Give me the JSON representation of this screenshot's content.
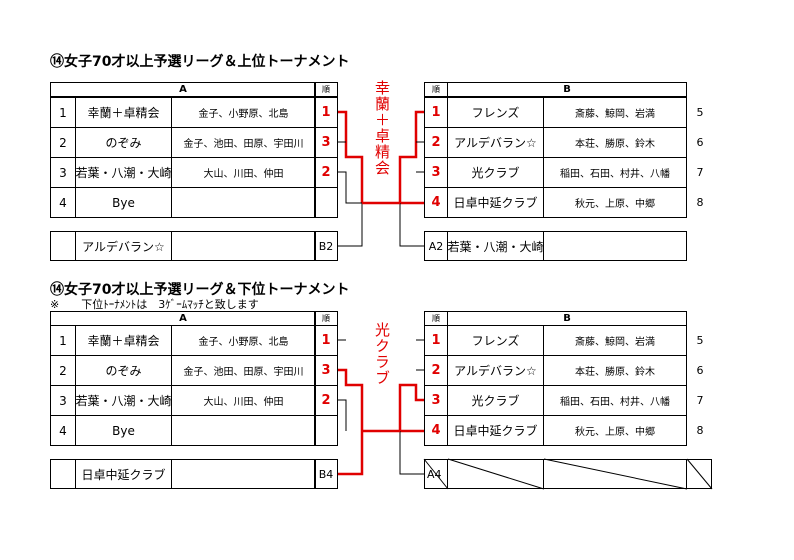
{
  "upper": {
    "title": "⑭女子70才以上予選リーグ＆上位トーナメント",
    "header_a": "A",
    "header_b": "B",
    "header_rank": "順",
    "rows_a": [
      {
        "no": "1",
        "team": "幸蘭＋卓精会",
        "members": "金子、小野原、北島",
        "rank": "1"
      },
      {
        "no": "2",
        "team": "のぞみ",
        "members": "金子、池田、田原、宇田川",
        "rank": "3"
      },
      {
        "no": "3",
        "team": "若葉・八潮・大崎",
        "members": "大山、川田、仲田",
        "rank": "2"
      },
      {
        "no": "4",
        "team": "Bye",
        "members": "",
        "rank": ""
      }
    ],
    "rows_b": [
      {
        "no": "5",
        "team": "フレンズ",
        "members": "斎藤、鯨岡、岩満",
        "rank": "1"
      },
      {
        "no": "6",
        "team": "アルデバラン☆",
        "members": "本荘、勝原、鈴木",
        "rank": "2"
      },
      {
        "no": "7",
        "team": "光クラブ",
        "members": "稲田、石田、村井、八幡",
        "rank": "3"
      },
      {
        "no": "8",
        "team": "日卓中延クラブ",
        "members": "秋元、上原、中郷",
        "rank": "4"
      }
    ],
    "final_left": {
      "team": "アルデバラン☆",
      "label": "B2"
    },
    "final_right": {
      "label": "A2",
      "team": "若葉・八潮・大崎"
    },
    "winner": "幸蘭＋卓精会"
  },
  "lower": {
    "title": "⑭女子70才以上予選リーグ＆下位トーナメント",
    "note": "※　　下位ﾄｰﾅﾒﾝﾄは　3ｹﾞｰﾑﾏｯﾁと致します",
    "header_a": "A",
    "header_b": "B",
    "header_rank": "順",
    "rows_a": [
      {
        "no": "1",
        "team": "幸蘭＋卓精会",
        "members": "金子、小野原、北島",
        "rank": "1"
      },
      {
        "no": "2",
        "team": "のぞみ",
        "members": "金子、池田、田原、宇田川",
        "rank": "3"
      },
      {
        "no": "3",
        "team": "若葉・八潮・大崎",
        "members": "大山、川田、仲田",
        "rank": "2"
      },
      {
        "no": "4",
        "team": "Bye",
        "members": "",
        "rank": ""
      }
    ],
    "rows_b": [
      {
        "no": "5",
        "team": "フレンズ",
        "members": "斎藤、鯨岡、岩満",
        "rank": "1"
      },
      {
        "no": "6",
        "team": "アルデバラン☆",
        "members": "本荘、勝原、鈴木",
        "rank": "2"
      },
      {
        "no": "7",
        "team": "光クラブ",
        "members": "稲田、石田、村井、八幡",
        "rank": "3"
      },
      {
        "no": "8",
        "team": "日卓中延クラブ",
        "members": "秋元、上原、中郷",
        "rank": "4"
      }
    ],
    "final_left": {
      "team": "日卓中延クラブ",
      "label": "B4"
    },
    "final_right": {
      "label": "A4",
      "team": ""
    },
    "winner": "光クラブ"
  }
}
